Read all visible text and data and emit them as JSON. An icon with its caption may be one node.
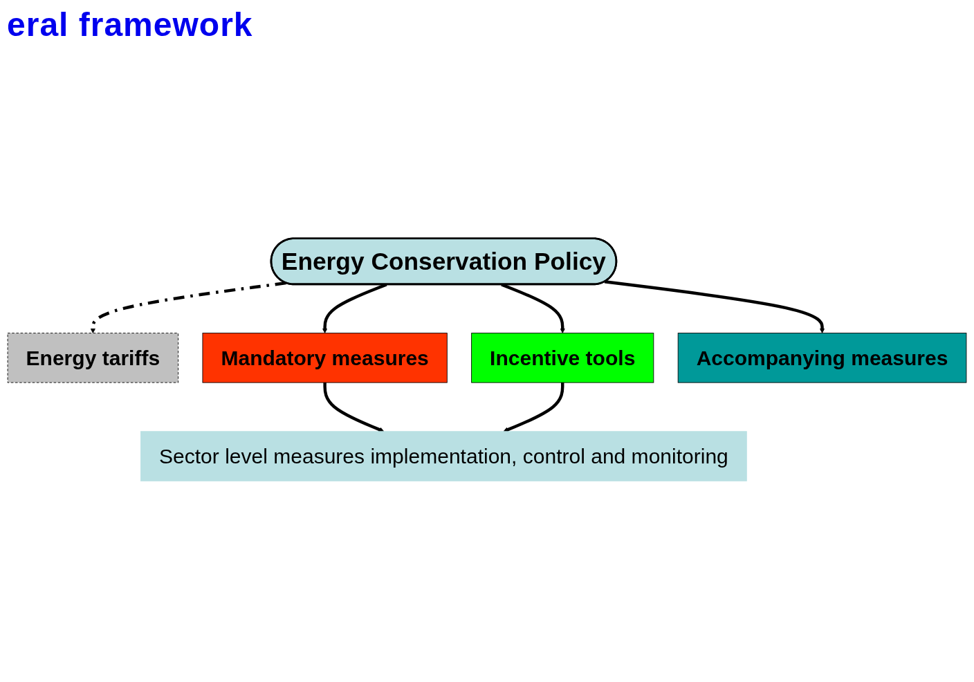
{
  "diagram": {
    "title": "eral framework",
    "nodes": [
      {
        "text": [
          "Energy Conservation Policy"
        ]
      },
      {
        "text": [
          "Energy tariffs"
        ]
      },
      {
        "text": [
          "Mandatory measures"
        ]
      },
      {
        "text": [
          "Incentive tools"
        ]
      },
      {
        "text": [
          "Accompanying measures"
        ]
      },
      {
        "text": [
          "Sector level measures implementation, control and monitoring"
        ]
      }
    ],
    "edges": [
      {
        "from": 0,
        "to": 1,
        "arrow": "to",
        "style": "dashed"
      },
      {
        "from": 0,
        "to": 2,
        "arrow": "to"
      },
      {
        "from": 0,
        "to": 3,
        "arrow": "to"
      },
      {
        "from": 0,
        "to": 4,
        "arrow": "to"
      },
      {
        "from": 2,
        "to": 5,
        "arrow": "to"
      },
      {
        "from": 3,
        "to": 5,
        "arrow": "to"
      }
    ]
  }
}
